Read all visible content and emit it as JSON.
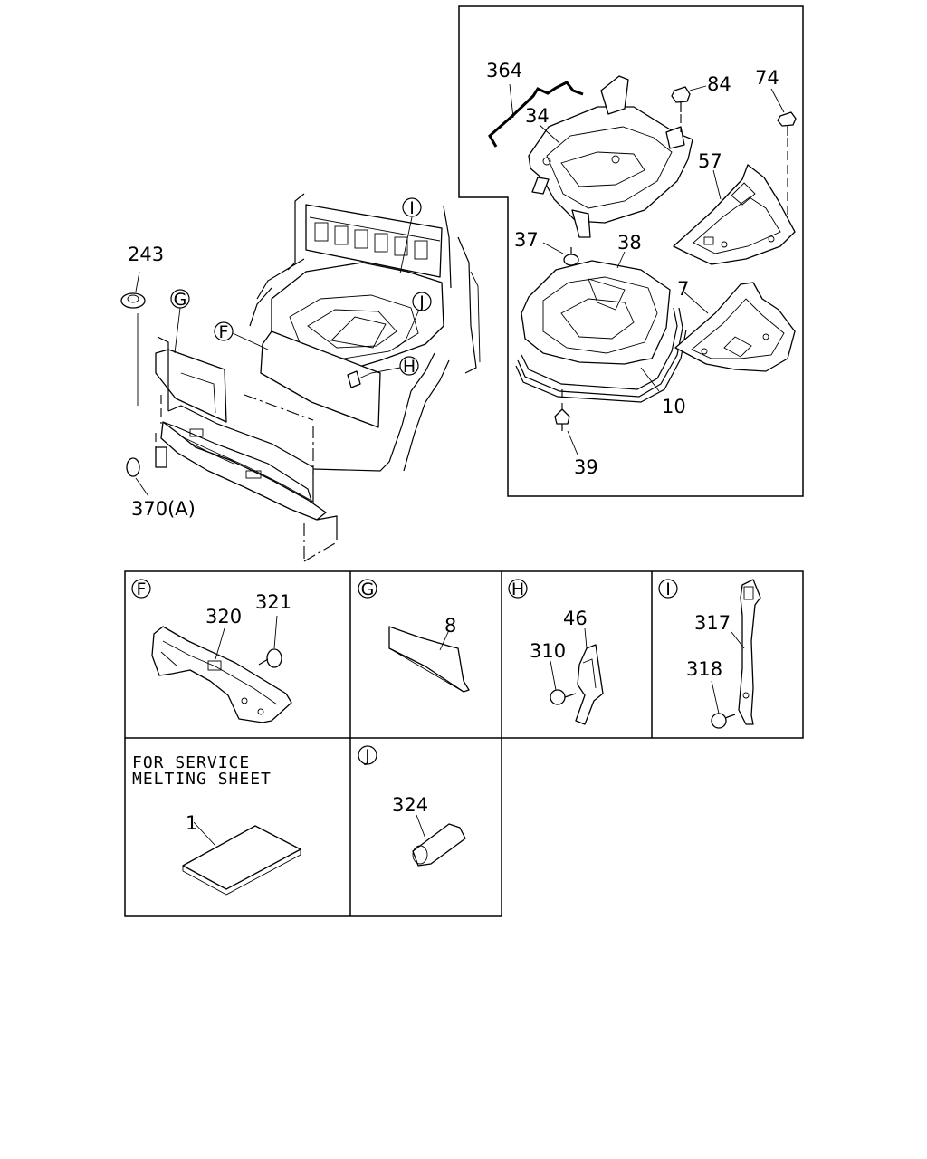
{
  "callouts": {
    "c364": "364",
    "c34": "34",
    "c84": "84",
    "c74": "74",
    "c57": "57",
    "c37": "37",
    "c38": "38",
    "c7": "7",
    "c10": "10",
    "c39": "39",
    "c243": "243",
    "c370": "370(A)",
    "c320": "320",
    "c321": "321",
    "c8": "8",
    "c46": "46",
    "c310": "310",
    "c317": "317",
    "c318": "318",
    "c1": "1",
    "c324": "324"
  },
  "reference_letters": {
    "F": "F",
    "G": "G",
    "H": "H",
    "I": "I",
    "J": "J"
  },
  "notes": {
    "line1": "FOR SERVICE",
    "line2": "MELTING SHEET"
  }
}
